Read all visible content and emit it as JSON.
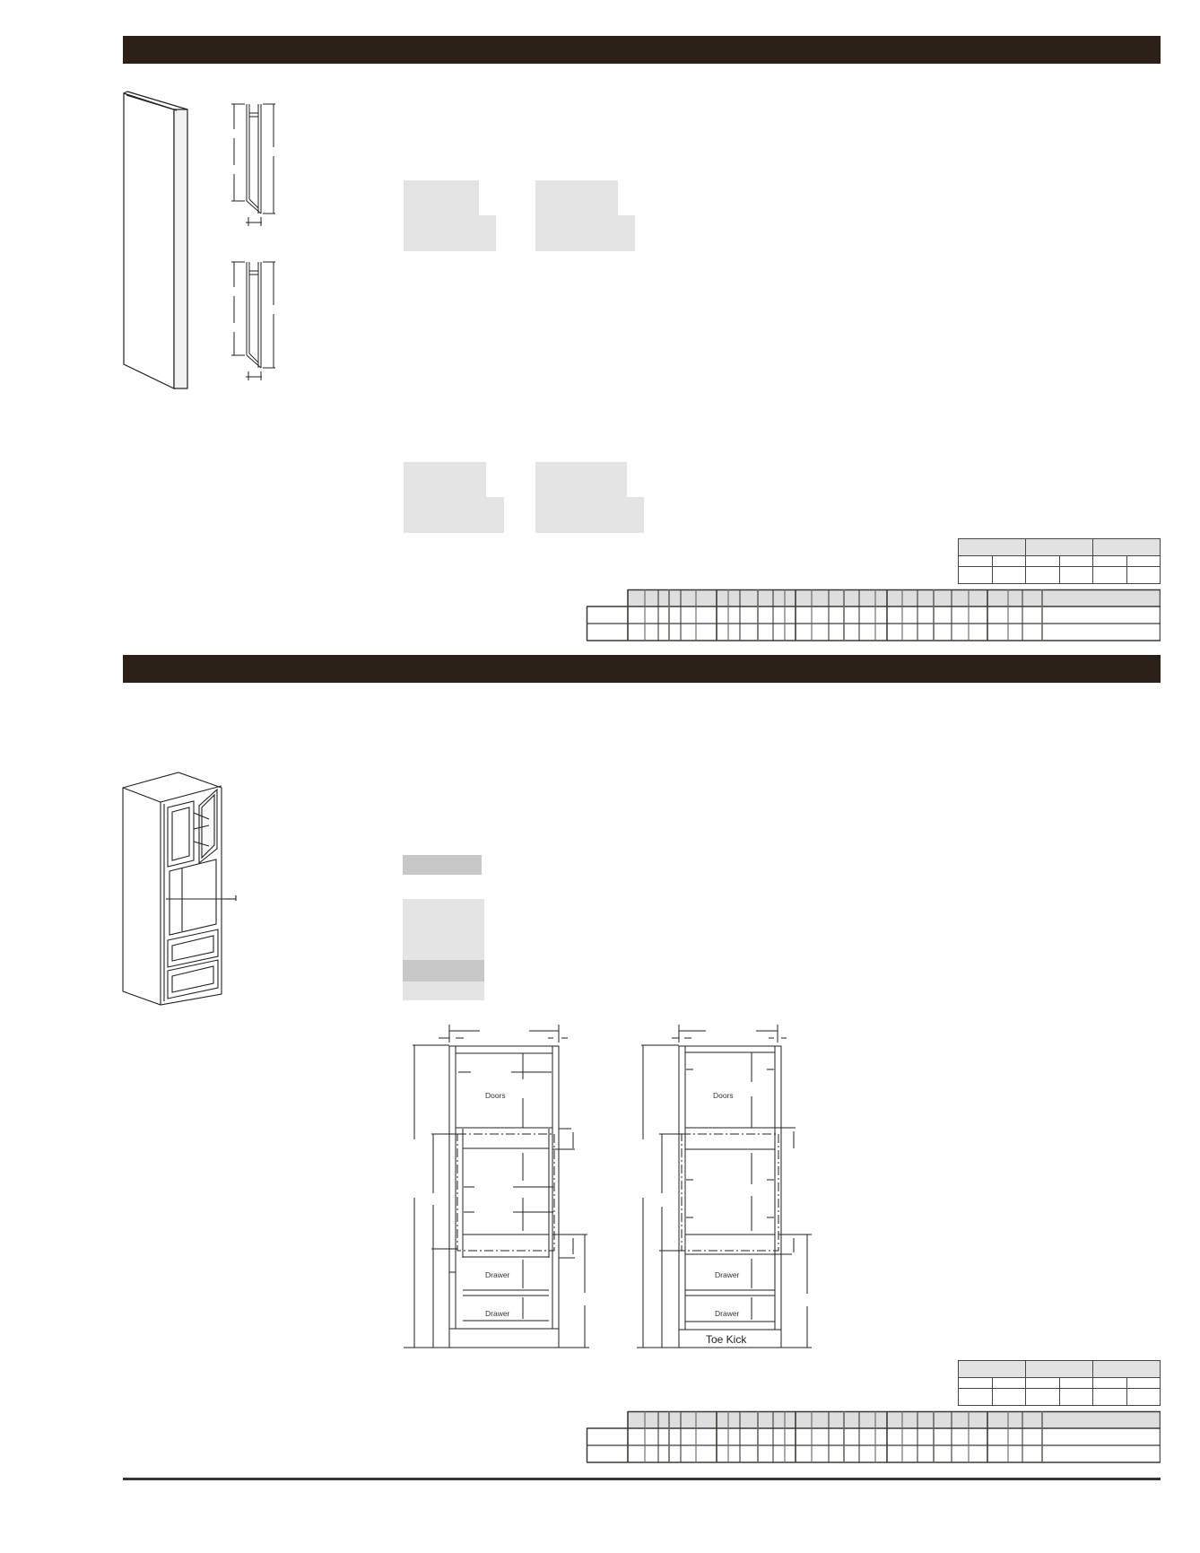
{
  "page": {
    "background": "#ffffff",
    "accent_bar_color": "#2b2118"
  },
  "section_1": {
    "header_bar": "",
    "panel_drawings": {
      "isometric": "end-panel-isometric",
      "profile_views": 2
    },
    "spec_blocks": 4,
    "small_table": {
      "header_groups": [
        "",
        "",
        ""
      ],
      "sub_headers": [
        "",
        "",
        "",
        "",
        "",
        ""
      ],
      "rows": [
        [
          "",
          "",
          "",
          "",
          "",
          ""
        ]
      ]
    },
    "wide_table": {
      "columns": 27,
      "rows": 2
    }
  },
  "section_2": {
    "header_bar": "",
    "cabinet_drawing": "oven-tall-cabinet-isometric",
    "spec_blocks": 3,
    "elevation_left": {
      "labels": [
        "Doors",
        "Drawer",
        "Drawer"
      ]
    },
    "elevation_right": {
      "labels": [
        "Doors",
        "Drawer",
        "Drawer",
        "Toe Kick"
      ]
    },
    "small_table": {
      "header_groups": [
        "",
        "",
        ""
      ],
      "sub_headers": [
        "",
        "",
        "",
        "",
        "",
        ""
      ],
      "rows": [
        [
          "",
          "",
          "",
          "",
          "",
          ""
        ]
      ]
    },
    "wide_table": {
      "columns": 27,
      "rows": 2
    }
  }
}
